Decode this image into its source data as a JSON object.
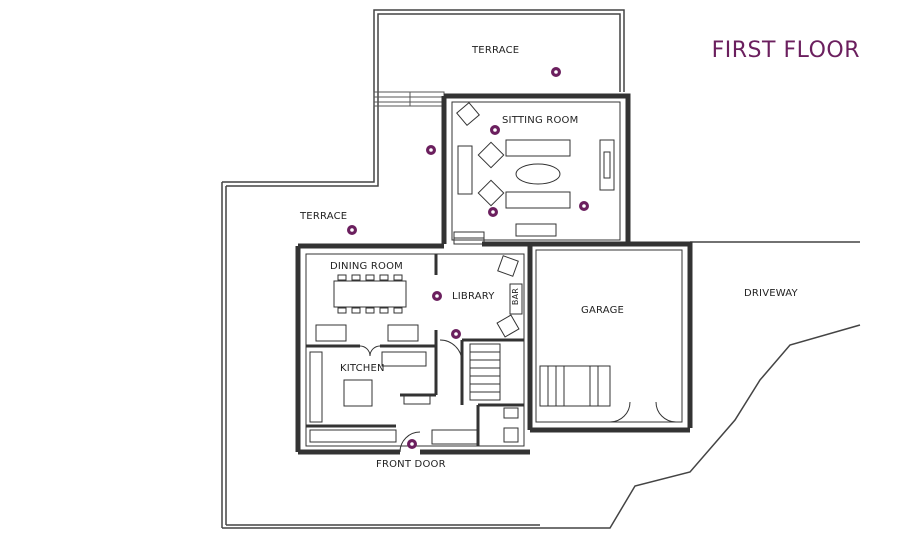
{
  "title": "FIRST FLOOR",
  "rooms": {
    "terrace_top": "TERRACE",
    "sitting_room": "SITTING ROOM",
    "terrace_left": "TERRACE",
    "dining_room": "DINING ROOM",
    "library": "LIBRARY",
    "bar": "BAR",
    "garage": "GARAGE",
    "driveway": "DRIVEWAY",
    "kitchen": "KITCHEN",
    "front_door": "FRONT DOOR"
  },
  "colors": {
    "accent": "#6b1f5e",
    "wall": "#333333",
    "outline": "#555555"
  },
  "markers_icon": "viewpoint-marker-icon"
}
